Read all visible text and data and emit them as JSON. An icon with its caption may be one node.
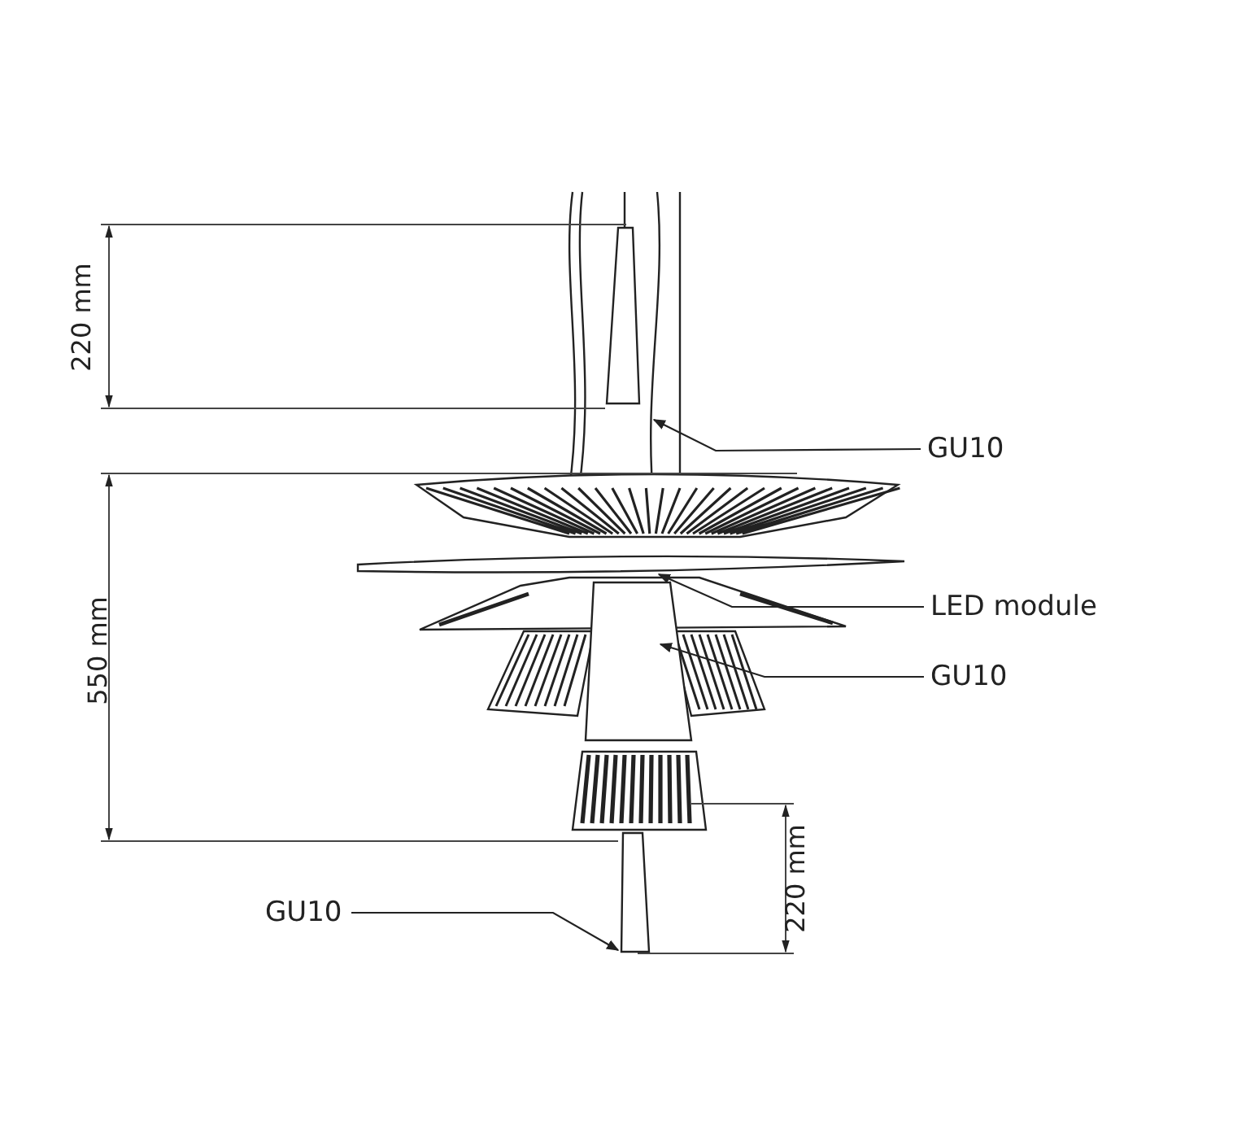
{
  "diagram": {
    "nodes": [
      {
        "text": [
          "GU10"
        ]
      },
      {
        "text": [
          "LED module"
        ]
      },
      {
        "text": [
          "GU10"
        ]
      },
      {
        "text": [
          "GU10"
        ]
      }
    ],
    "edges": [
      {
        "from": 0,
        "to": null,
        "arrow": "to"
      },
      {
        "from": 1,
        "to": null,
        "arrow": "to"
      },
      {
        "from": 2,
        "to": null,
        "arrow": "to"
      },
      {
        "from": 3,
        "to": null,
        "arrow": "to"
      }
    ],
    "labels": [
      "220 mm",
      "550 mm",
      "220 mm"
    ]
  }
}
